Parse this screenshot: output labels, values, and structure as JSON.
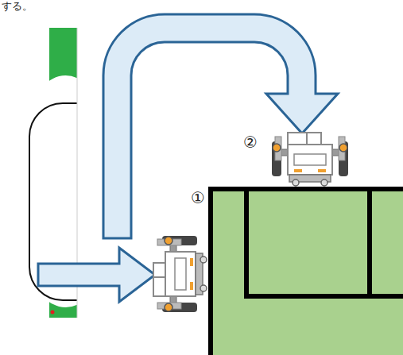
{
  "diagram": {
    "labels": [
      "する。",
      "①",
      "②"
    ]
  }
}
